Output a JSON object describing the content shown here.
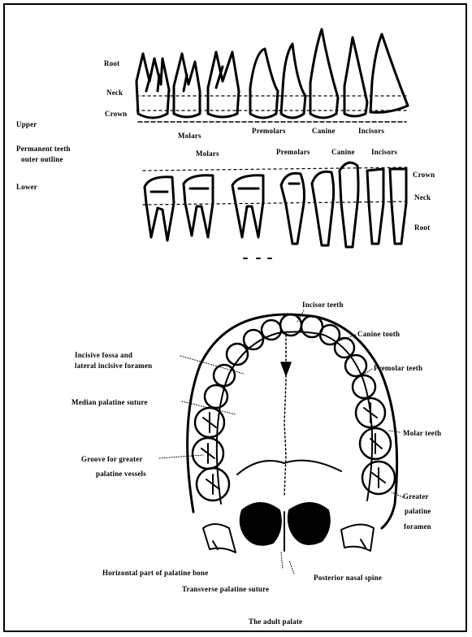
{
  "labels": {
    "upper_teeth": {
      "root": "Root",
      "neck": "Neck",
      "crown": "Crown",
      "upper": "Upper",
      "molars": "Molars",
      "premolars": "Premolars",
      "canine": "Canine",
      "incisors": "Incisors"
    },
    "middle": {
      "permanent_line1": "Permanent teeth",
      "permanent_line2": "outer outline",
      "lower": "Lower"
    },
    "lower_teeth": {
      "molars": "Molars",
      "premolars": "Premolars",
      "canine": "Canine",
      "incisors": "Incisors",
      "crown": "Crown",
      "neck": "Neck",
      "root": "Root"
    },
    "palate": {
      "incisor_teeth": "Incisor teeth",
      "canine_tooth": "Canine tooth",
      "premolar_teeth": "Premolar teeth",
      "molar_teeth": "Molar teeth",
      "incisive_fossa_line1": "Incisive fossa and",
      "incisive_fossa_line2": "lateral incisive foramen",
      "median_suture": "Median palatine suture",
      "groove_line1": "Groove for greater",
      "groove_line2": "palatine vessels",
      "greater_foramen_line1": "Greater",
      "greater_foramen_line2": "palatine",
      "greater_foramen_line3": "foramen",
      "horizontal_part": "Horizontal part of palatine bone",
      "posterior_spine": "Posterior nasal spine",
      "transverse_suture": "Transverse palatine suture",
      "caption": "The adult palate"
    }
  }
}
